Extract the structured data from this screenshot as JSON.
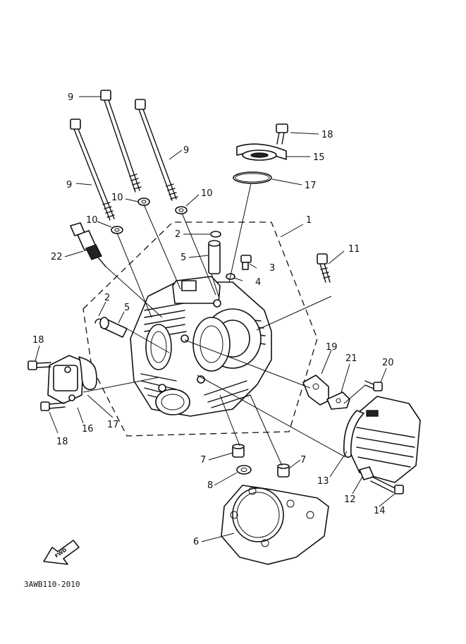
{
  "drawing_code": "3AWB110-2010",
  "fwd_label": "FWD",
  "labels": {
    "c1": "1",
    "c2a": "2",
    "c2b": "2",
    "c3": "3",
    "c4": "4",
    "c5a": "5",
    "c5b": "5",
    "c6": "6",
    "c7a": "7",
    "c7b": "7",
    "c8": "8",
    "c9a": "9",
    "c9b": "9",
    "c9c": "9",
    "c10a": "10",
    "c10b": "10",
    "c10c": "10",
    "c11": "11",
    "c12": "12",
    "c13": "13",
    "c14": "14",
    "c15": "15",
    "c16": "16",
    "c17a": "17",
    "c17b": "17",
    "c18a": "18",
    "c18b": "18",
    "c18c": "18",
    "c19": "19",
    "c20": "20",
    "c21": "21",
    "c22": "22"
  }
}
